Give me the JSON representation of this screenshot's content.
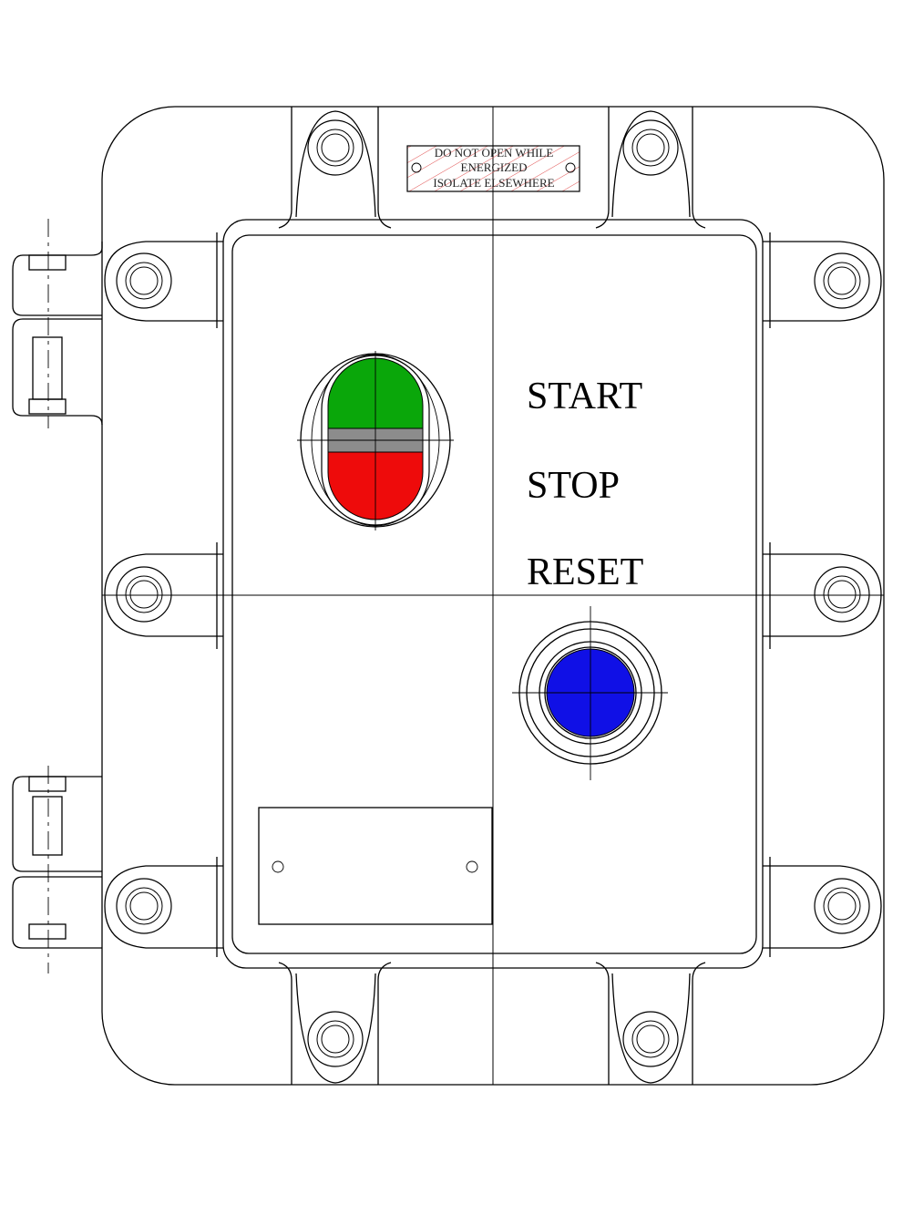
{
  "warning_label": {
    "lines": [
      "DO NOT OPEN WHILE",
      "ENERGIZED",
      "ISOLATE ELSEWHERE"
    ]
  },
  "labels": {
    "start": "START",
    "stop": "STOP",
    "reset": "RESET"
  },
  "colors": {
    "start_button": "#0aa70a",
    "stop_button": "#ee0b0b",
    "divider_band": "#8c8c8c",
    "reset_button": "#1010e6",
    "warning_hatch": "#e05050"
  }
}
